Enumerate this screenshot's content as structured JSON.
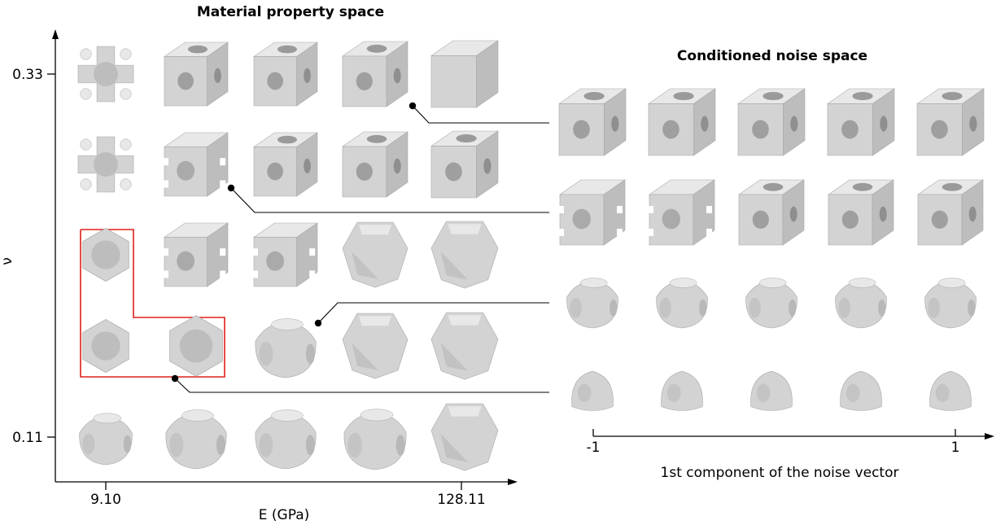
{
  "left_panel": {
    "title": "Material property space",
    "x_axis": {
      "label": "E (GPa)",
      "tick_min": "9.10",
      "tick_max": "128.11"
    },
    "y_axis": {
      "label": "ν",
      "tick_min": "0.11",
      "tick_max": "0.33"
    },
    "grid": {
      "rows": 5,
      "cols": 5
    },
    "cells": [
      [
        "cross",
        "cube-holes",
        "cube-holes",
        "cube-holes",
        "cube-solid"
      ],
      [
        "cross",
        "cube-lattice",
        "cube-holes",
        "cube-holes",
        "cube-holes"
      ],
      [
        "octa",
        "cube-lattice",
        "cube-lattice",
        "rounded",
        "rounded"
      ],
      [
        "octa",
        "octa",
        "cylinder",
        "rounded",
        "rounded"
      ],
      [
        "cylinder",
        "cylinder",
        "cylinder",
        "cylinder",
        "rounded"
      ]
    ],
    "selection_color": "#e0201c"
  },
  "right_panel": {
    "title": "Conditioned noise space",
    "x_axis": {
      "label": "1st component of the noise vector",
      "tick_min": "-1",
      "tick_max": "1"
    },
    "rows": [
      [
        "cube-holes",
        "cube-holes",
        "cube-holes",
        "cube-holes",
        "cube-holes"
      ],
      [
        "cube-lattice",
        "cube-lattice",
        "cube-holes",
        "cube-holes",
        "cube-holes"
      ],
      [
        "cylinder",
        "cylinder",
        "cylinder",
        "cylinder",
        "cylinder"
      ],
      [
        "dome",
        "dome",
        "dome",
        "dome",
        "dome"
      ]
    ]
  },
  "colors": {
    "shape_light": "#e8e8e8",
    "shape_mid": "#d3d3d3",
    "shape_dark": "#bdbdbd",
    "shape_edge": "#a8a8a8"
  }
}
